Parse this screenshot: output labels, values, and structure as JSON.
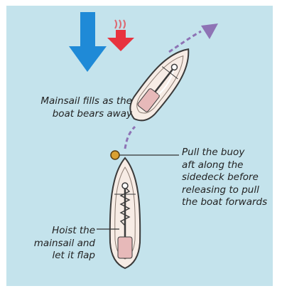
{
  "colors": {
    "background": "#ffffff",
    "water": "#c4e3ec",
    "wind_arrow_primary": "#1f8ad7",
    "wind_arrow_secondary": "#e8333f",
    "course_arrow": "#8e73b5",
    "buoy": "#d9a032",
    "hull": "#f7ece5",
    "deck": "#e7b9b9",
    "outline": "#3a3a3a"
  },
  "icons": {
    "true_wind": "true-wind-arrow-icon",
    "apparent_wind": "apparent-wind-arrow-icon",
    "course": "course-arrow-icon",
    "buoy": "mooring-buoy-icon",
    "boat_sailing": "sailing-boat-icon",
    "boat_moored": "moored-boat-icon"
  },
  "captions": {
    "mainsail_fills": [
      "Mainsail fills as the",
      "boat bears away"
    ],
    "pull_buoy": [
      "Pull the buoy",
      "aft along the",
      "sidedeck before",
      "releasing to pull",
      "the boat forwards"
    ],
    "hoist_mainsail": [
      "Hoist the",
      "mainsail and",
      "let it flap"
    ]
  }
}
